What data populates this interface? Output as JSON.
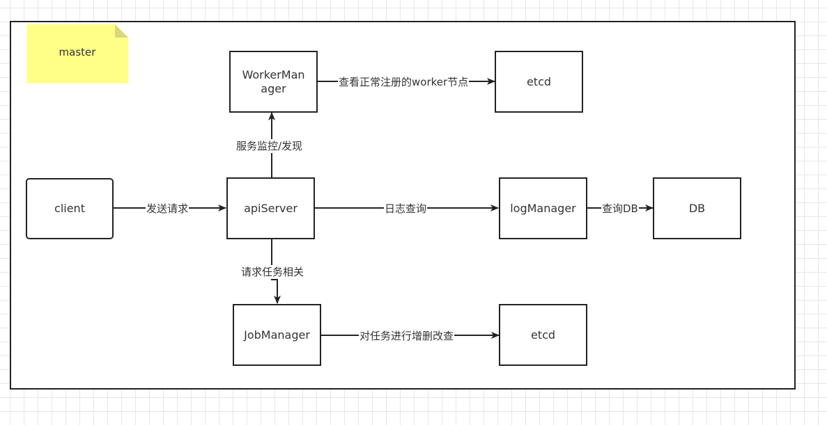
{
  "note": {
    "label": "master"
  },
  "nodes": {
    "worker_manager": {
      "label": "WorkerMan ager"
    },
    "etcd_top": {
      "label": "etcd"
    },
    "client": {
      "label": "client"
    },
    "api_server": {
      "label": "apiServer"
    },
    "log_manager": {
      "label": "logManager"
    },
    "db": {
      "label": "DB"
    },
    "job_manager": {
      "label": "JobManager"
    },
    "etcd_bottom": {
      "label": "etcd"
    }
  },
  "edges": {
    "worker_to_etcd": "查看正常注册的worker节点",
    "api_to_worker": "服务监控/发现",
    "client_to_api": "发送请求",
    "api_to_log": "日志查询",
    "log_to_db": "查询DB",
    "api_to_job": "请求任务相关",
    "job_to_etcd": "对任务进行增删改查"
  }
}
